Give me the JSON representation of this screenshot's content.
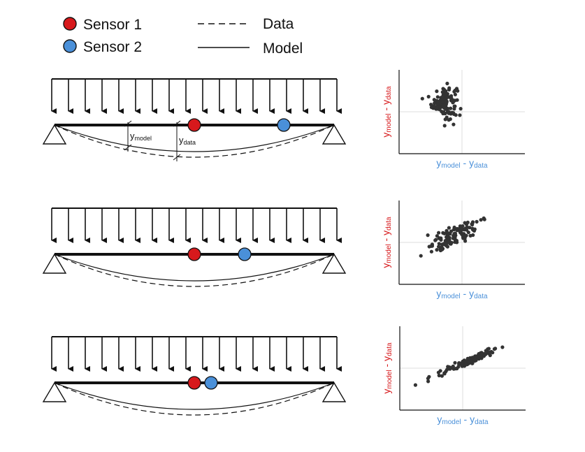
{
  "legend": {
    "sensor1_label": "Sensor 1",
    "sensor2_label": "Sensor 2",
    "data_label": "Data",
    "model_label": "Model"
  },
  "colors": {
    "sensor1": "#d7191c",
    "sensor2": "#4a90d9",
    "points": "#333333",
    "ylabel": "#d7191c",
    "xlabel": "#4a90d9"
  },
  "annotations": {
    "ymodel_base": "y",
    "ymodel_sub": "model",
    "ydata_base": "y",
    "ydata_sub": "data"
  },
  "axis_label": {
    "base1": "y",
    "sub1": "model",
    "minus": " - ",
    "base2": "y",
    "sub2": "data"
  },
  "panels": [
    {
      "sensor1_pos": 0.5,
      "sensor2_pos": 0.82,
      "correlation": "none"
    },
    {
      "sensor1_pos": 0.5,
      "sensor2_pos": 0.68,
      "correlation": "moderate"
    },
    {
      "sensor1_pos": 0.5,
      "sensor2_pos": 0.56,
      "correlation": "strong"
    }
  ]
}
